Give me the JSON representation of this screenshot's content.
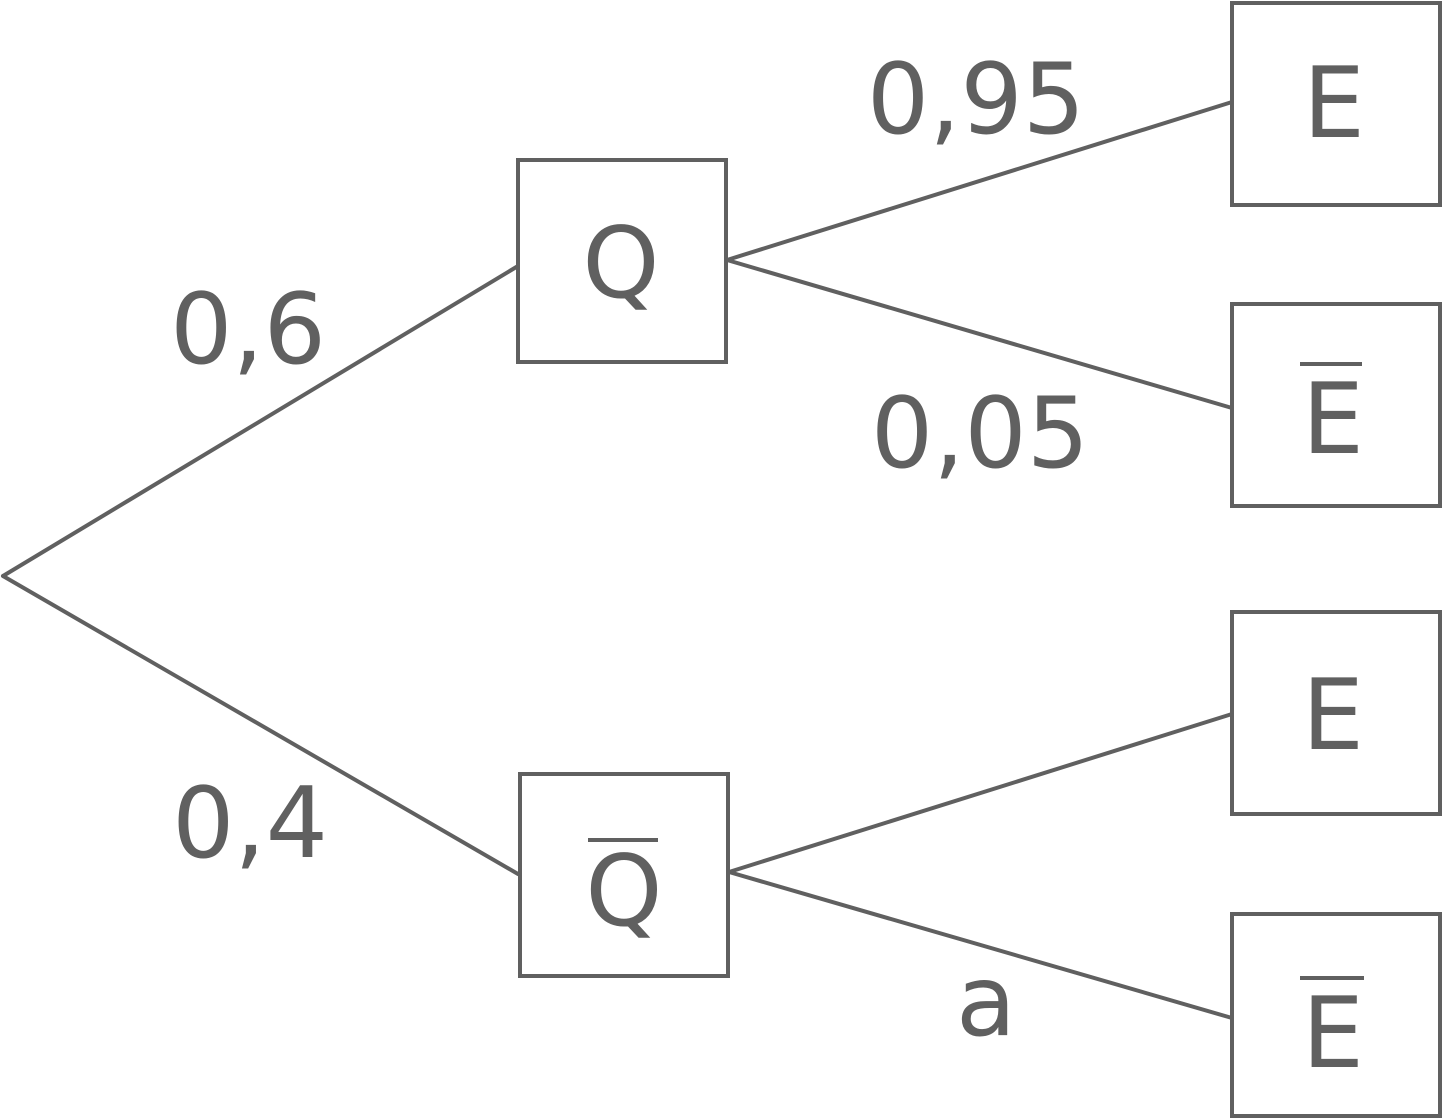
{
  "diagram": {
    "type": "probability-tree",
    "line_color": "#606060",
    "nodes": {
      "q": {
        "letter": "Q",
        "overline": false
      },
      "q_bar": {
        "letter": "Q",
        "overline": true
      },
      "q_e": {
        "letter": "E",
        "overline": false
      },
      "q_e_bar": {
        "letter": "E",
        "overline": true
      },
      "qbar_e": {
        "letter": "E",
        "overline": false
      },
      "qbar_e_bar": {
        "letter": "E",
        "overline": true
      }
    },
    "branches": {
      "root_q": {
        "probability": "0,6"
      },
      "root_q_bar": {
        "probability": "0,4"
      },
      "q_e": {
        "probability": "0,95"
      },
      "q_e_bar": {
        "probability": "0,05"
      },
      "qbar_e": {
        "probability": ""
      },
      "qbar_e_bar": {
        "probability": "a"
      }
    }
  }
}
